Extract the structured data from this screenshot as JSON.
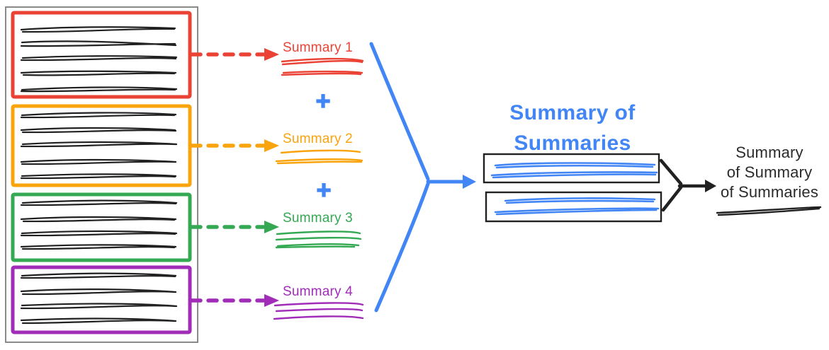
{
  "colors": {
    "red": "#EA4335",
    "yellow": "#F9A40D",
    "green": "#34A853",
    "purple": "#A02CB8",
    "blue": "#4285F4",
    "ink": "#212121",
    "border_gray": "#8A8A8A"
  },
  "summaries": [
    {
      "label": "Summary 1",
      "color": "red"
    },
    {
      "label": "Summary 2",
      "color": "yellow"
    },
    {
      "label": "Summary 3",
      "color": "green"
    },
    {
      "label": "Summary 4",
      "color": "purple"
    }
  ],
  "plus_signs": [
    "+",
    "+"
  ],
  "summary_of_summaries": {
    "title_lines": [
      "Summary of",
      "Summaries"
    ]
  },
  "final_summary": {
    "label_lines": [
      "Summary",
      "of Summary",
      "of Summaries"
    ]
  }
}
